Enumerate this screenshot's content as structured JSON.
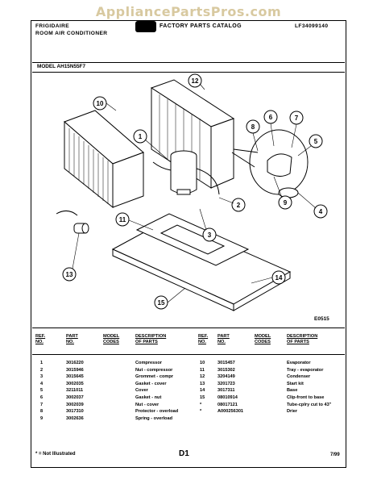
{
  "watermark": "AppliancePartsPros.com",
  "header": {
    "brand": "FRIGIDAIRE",
    "product": "ROOM AIR CONDITIONER",
    "catalog": "FACTORY PARTS CATALOG",
    "catalog_no": "LF34099140"
  },
  "model_label": "MODEL AH15N55F7",
  "diagram": {
    "drawing_id": "E0515",
    "callouts": [
      "1",
      "2",
      "3",
      "4",
      "5",
      "6",
      "7",
      "8",
      "9",
      "10",
      "11",
      "12",
      "13",
      "14",
      "15"
    ]
  },
  "table": {
    "headers": {
      "ref": "REF.\nNO.",
      "part": "PART\nNO.",
      "model": "MODEL\nCODES",
      "desc": "DESCRIPTION\nOF PARTS"
    },
    "left": [
      {
        "ref": "1",
        "part": "3016220",
        "model": "",
        "desc": "Compressor"
      },
      {
        "ref": "2",
        "part": "3015946",
        "model": "",
        "desc": "Nut - compressor"
      },
      {
        "ref": "3",
        "part": "3015645",
        "model": "",
        "desc": "Grommet - compr"
      },
      {
        "ref": "4",
        "part": "3002035",
        "model": "",
        "desc": "Gasket - cover"
      },
      {
        "ref": "5",
        "part": "3211011",
        "model": "",
        "desc": "Cover"
      },
      {
        "ref": "6",
        "part": "3002037",
        "model": "",
        "desc": "Gasket - nut"
      },
      {
        "ref": "7",
        "part": "3002039",
        "model": "",
        "desc": "Nut - cover"
      },
      {
        "ref": "8",
        "part": "3017310",
        "model": "",
        "desc": "Protector - overload"
      },
      {
        "ref": "9",
        "part": "3002636",
        "model": "",
        "desc": "Spring - overload"
      }
    ],
    "right": [
      {
        "ref": "10",
        "part": "3015457",
        "model": "",
        "desc": "Evaporator"
      },
      {
        "ref": "11",
        "part": "3015302",
        "model": "",
        "desc": "Tray - evaporator"
      },
      {
        "ref": "12",
        "part": "3204149",
        "model": "",
        "desc": "Condenser"
      },
      {
        "ref": "13",
        "part": "3201723",
        "model": "",
        "desc": "Start kit"
      },
      {
        "ref": "14",
        "part": "3017311",
        "model": "",
        "desc": "Base"
      },
      {
        "ref": "15",
        "part": "08010914",
        "model": "",
        "desc": "Clip-front to base"
      },
      {
        "ref": "*",
        "part": "08017121",
        "model": "",
        "desc": "Tube-cplry cut to 43\""
      },
      {
        "ref": "*",
        "part": "A000256301",
        "model": "",
        "desc": "Drier"
      }
    ]
  },
  "footer": {
    "note": "* = Not Illustrated",
    "page": "D1",
    "date": "7/99"
  }
}
